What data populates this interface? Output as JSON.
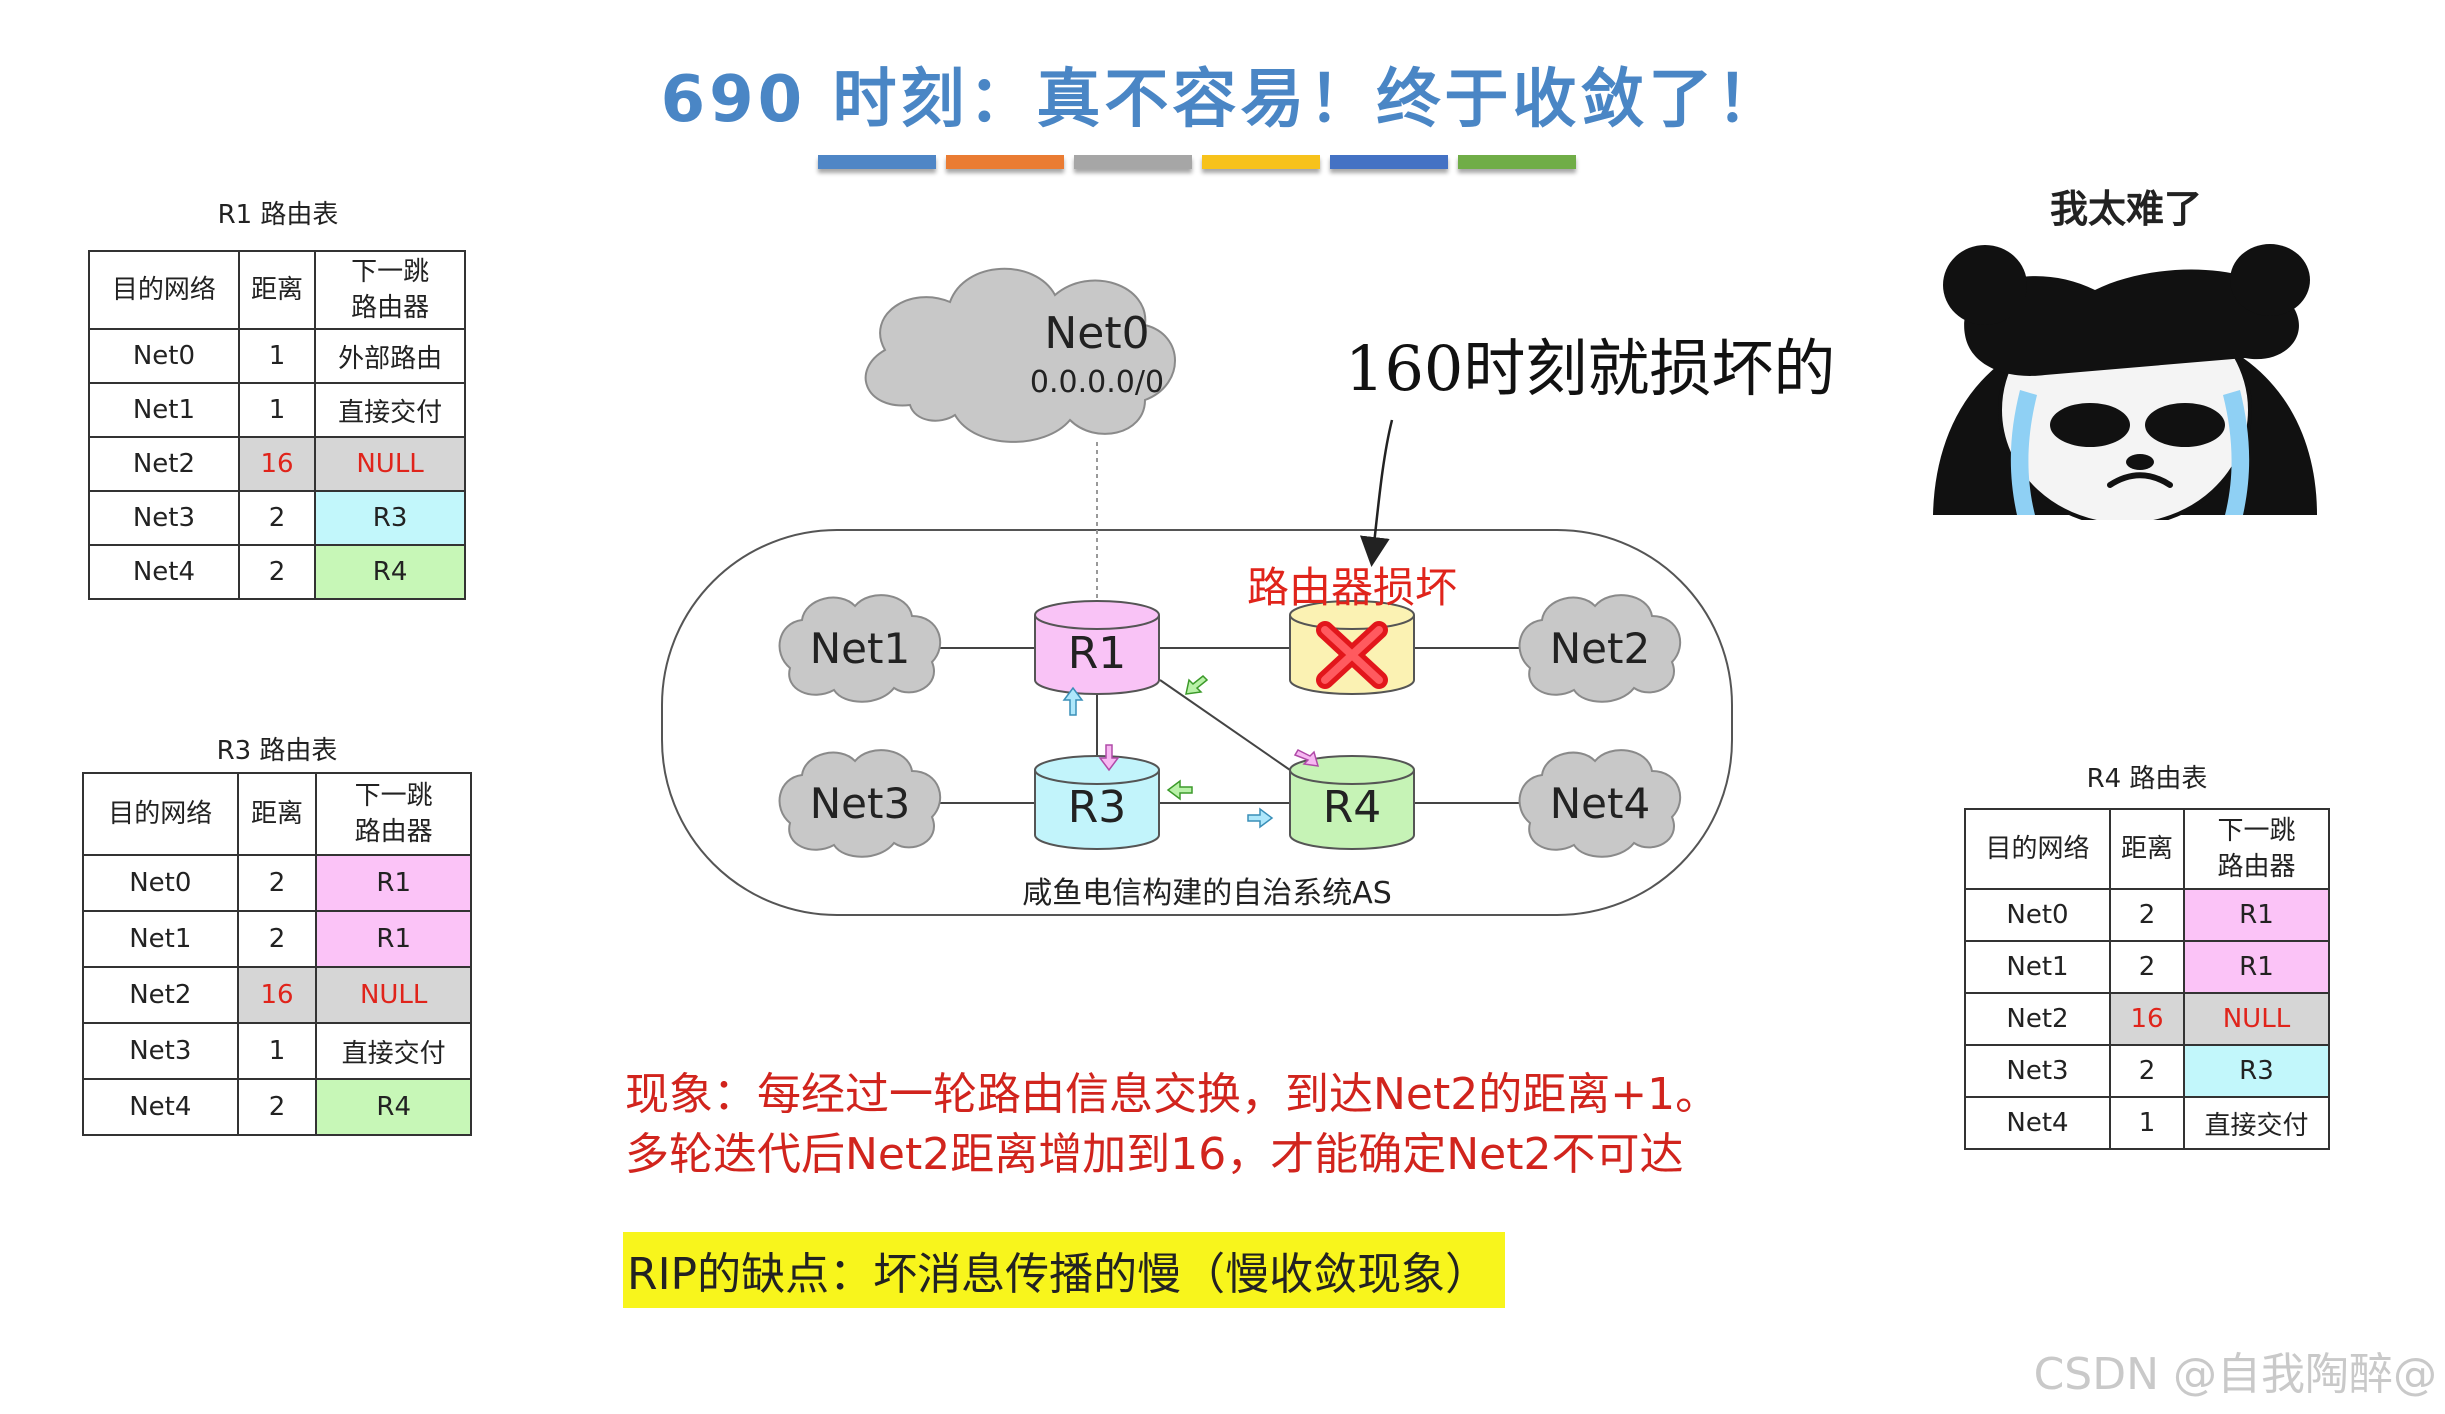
{
  "title": "690 时刻：真不容易！终于收敛了！",
  "bar_colors": [
    "#4f86c6",
    "#ea7c33",
    "#a6a6a6",
    "#f7c21b",
    "#4472c4",
    "#70ad47"
  ],
  "tables": {
    "r1": {
      "caption": "R1 路由表",
      "headers": [
        "目的网络",
        "距离",
        "下一跳\n路由器"
      ],
      "rows": [
        [
          "Net0",
          "1",
          "外部路由"
        ],
        [
          "Net1",
          "1",
          "直接交付"
        ],
        [
          "Net2",
          "16",
          "NULL"
        ],
        [
          "Net3",
          "2",
          "R3"
        ],
        [
          "Net4",
          "2",
          "R4"
        ]
      ]
    },
    "r3": {
      "caption": "R3 路由表",
      "headers": [
        "目的网络",
        "距离",
        "下一跳\n路由器"
      ],
      "rows": [
        [
          "Net0",
          "2",
          "R1"
        ],
        [
          "Net1",
          "2",
          "R1"
        ],
        [
          "Net2",
          "16",
          "NULL"
        ],
        [
          "Net3",
          "1",
          "直接交付"
        ],
        [
          "Net4",
          "2",
          "R4"
        ]
      ]
    },
    "r4": {
      "caption": "R4 路由表",
      "headers": [
        "目的网络",
        "距离",
        "下一跳\n路由器"
      ],
      "rows": [
        [
          "Net0",
          "2",
          "R1"
        ],
        [
          "Net1",
          "2",
          "R1"
        ],
        [
          "Net2",
          "16",
          "NULL"
        ],
        [
          "Net3",
          "2",
          "R3"
        ],
        [
          "Net4",
          "1",
          "直接交付"
        ]
      ]
    }
  },
  "diagram": {
    "net0_label": "Net0",
    "net0_addr": "0.0.0.0/0",
    "nets": [
      "Net1",
      "Net2",
      "Net3",
      "Net4"
    ],
    "routers": [
      "R1",
      "R3",
      "R4"
    ],
    "broken_label": "路由器损坏",
    "as_label": "咸鱼电信构建的自治系统AS"
  },
  "annotation": "160时刻就损坏的",
  "meme_caption": "我太难了",
  "phenomenon_line1": "现象：每经过一轮路由信息交换，到达Net2的距离+1。",
  "phenomenon_line2": "多轮迭代后Net2距离增加到16，才能确定Net2不可达",
  "rip_note": "RIP的缺点：坏消息传播的慢（慢收敛现象）",
  "watermark": "CSDN @自我陶醉@"
}
